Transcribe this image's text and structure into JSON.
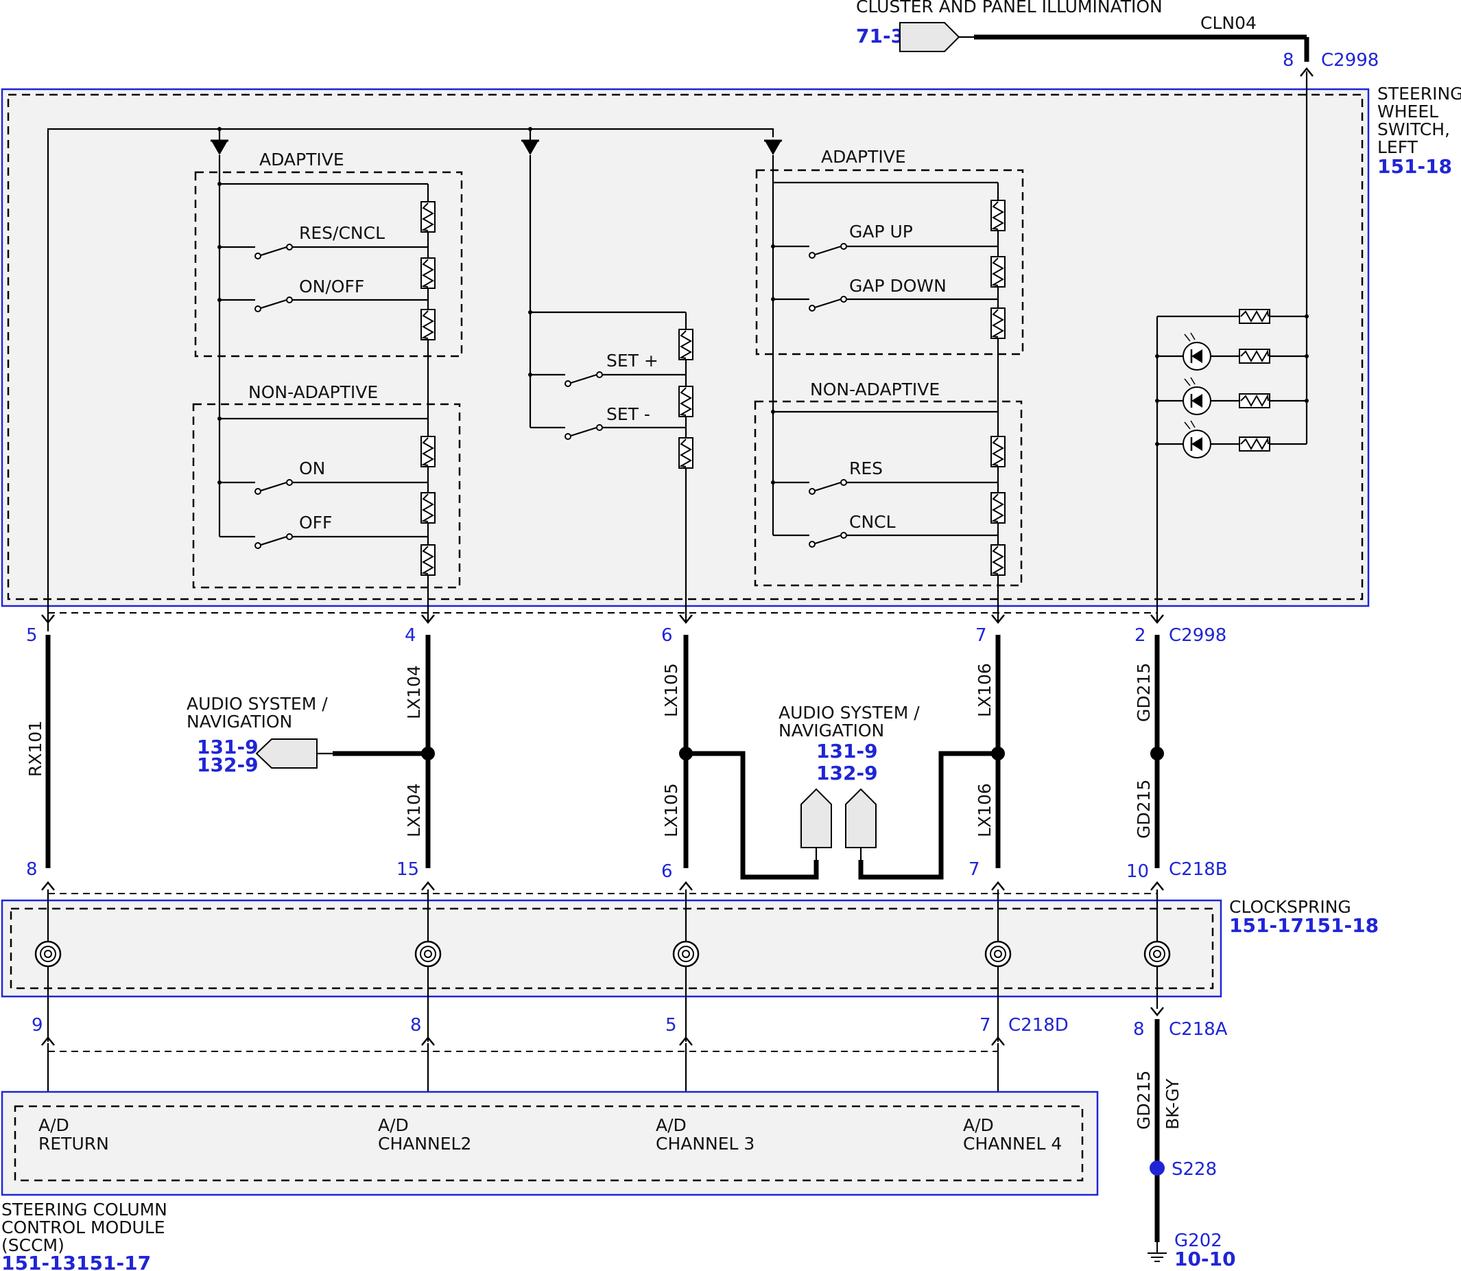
{
  "top": {
    "cluster_label": "CLUSTER AND PANEL ILLUMINATION",
    "cluster_ref": "71-3",
    "cln04": "CLN04",
    "pin_8": "8",
    "c2998": "C2998"
  },
  "swsl": {
    "name_lines": [
      "STEERING",
      "WHEEL",
      "SWITCH,",
      "LEFT"
    ],
    "ref": "151-18",
    "left_adaptive": "ADAPTIVE",
    "res_cncl": "RES/CNCL",
    "on_off": "ON/OFF",
    "left_nonadaptive": "NON-ADAPTIVE",
    "on": "ON",
    "off": "OFF",
    "set_plus": "SET +",
    "set_minus": "SET -",
    "right_adaptive": "ADAPTIVE",
    "gap_up": "GAP UP",
    "gap_down": "GAP DOWN",
    "right_nonadaptive": "NON-ADAPTIVE",
    "res": "RES",
    "cncl": "CNCL"
  },
  "upper_pins": {
    "p5": "5",
    "p4": "4",
    "p6": "6",
    "p7": "7",
    "p2": "2",
    "conn": "C2998"
  },
  "wires": {
    "rx101": "RX101",
    "lx104": "LX104",
    "lx105": "LX105",
    "lx106": "LX106",
    "gd215": "GD215",
    "bkgy": "BK-GY"
  },
  "audio_left": {
    "line1": "AUDIO SYSTEM /",
    "line2": "NAVIGATION",
    "ref1": "131-9",
    "ref2": "132-9"
  },
  "audio_mid": {
    "line1": "AUDIO SYSTEM /",
    "line2": "NAVIGATION",
    "ref1": "131-9",
    "ref2": "132-9"
  },
  "c218b_pins": {
    "p8": "8",
    "p15": "15",
    "p6": "6",
    "p7": "7",
    "p10": "10",
    "conn": "C218B"
  },
  "clockspring": {
    "name": "CLOCKSPRING",
    "ref": "151-17151-18"
  },
  "c218d_pins": {
    "p9": "9",
    "p8": "8",
    "p5": "5",
    "p7": "7",
    "conn": "C218D"
  },
  "c218a": {
    "pin": "8",
    "conn": "C218A"
  },
  "splice": {
    "name": "S228"
  },
  "ground": {
    "name": "G202",
    "ref": "10-10"
  },
  "sccm": {
    "ad_return_1": "A/D",
    "ad_return_2": "RETURN",
    "ad_ch2_1": "A/D",
    "ad_ch2_2": "CHANNEL2",
    "ad_ch3_1": "A/D",
    "ad_ch3_2": "CHANNEL 3",
    "ad_ch4_1": "A/D",
    "ad_ch4_2": "CHANNEL 4",
    "name_lines": [
      "STEERING COLUMN",
      "CONTROL MODULE",
      "(SCCM)"
    ],
    "ref": "151-13151-17"
  },
  "colors": {
    "accent": "#1f25d6",
    "splice": "#1f25d6"
  }
}
